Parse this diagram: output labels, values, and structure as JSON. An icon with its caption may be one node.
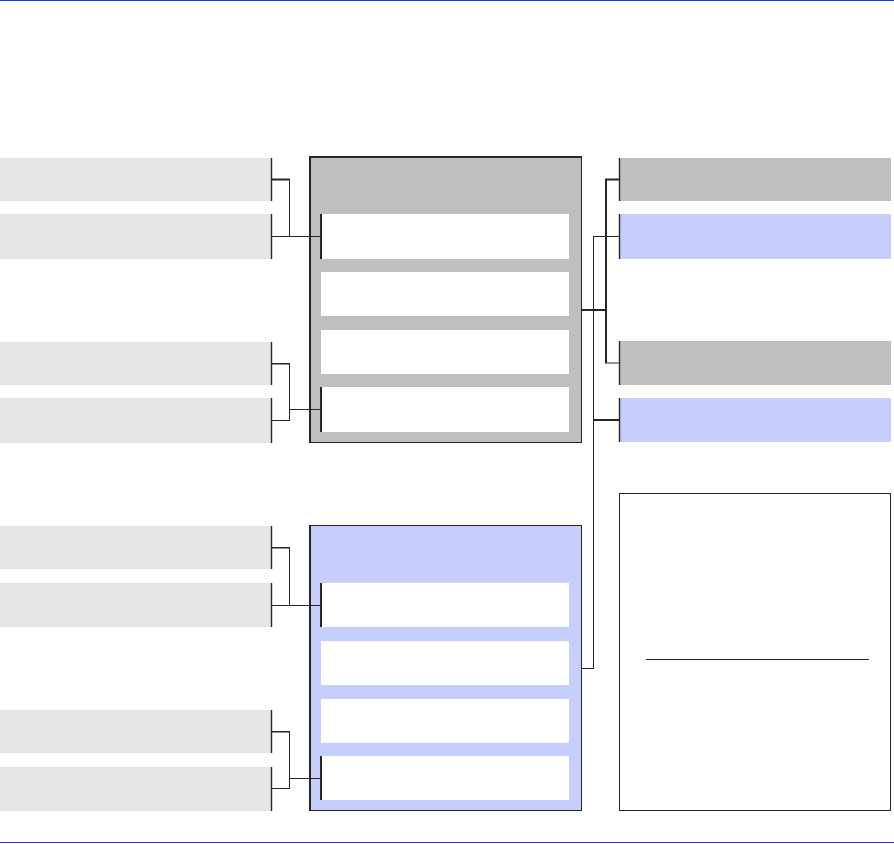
{
  "diagram": {
    "nodes": [
      {
        "text": [],
        "shape": "box"
      },
      {
        "text": [],
        "shape": "box"
      },
      {
        "text": [],
        "shape": "box"
      },
      {
        "text": [],
        "shape": "box"
      },
      {
        "text": [],
        "shape": "box"
      },
      {
        "text": [],
        "shape": "box"
      },
      {
        "text": [],
        "shape": "box"
      },
      {
        "text": [],
        "shape": "box"
      },
      {
        "text": [],
        "shape": "box"
      },
      {
        "text": [],
        "shape": "box",
        "in": 8
      },
      {
        "text": [],
        "shape": "box",
        "in": 8
      },
      {
        "text": [],
        "shape": "box",
        "in": 8
      },
      {
        "text": [],
        "shape": "box",
        "in": 8
      },
      {
        "text": [],
        "shape": "box"
      },
      {
        "text": [],
        "shape": "box",
        "in": 13
      },
      {
        "text": [],
        "shape": "box",
        "in": 13
      },
      {
        "text": [],
        "shape": "box",
        "in": 13
      },
      {
        "text": [],
        "shape": "box",
        "in": 13
      },
      {
        "text": [],
        "shape": "box"
      },
      {
        "text": [],
        "shape": "box"
      },
      {
        "text": [],
        "shape": "box"
      },
      {
        "text": [],
        "shape": "box"
      },
      {
        "text": [],
        "shape": "box"
      }
    ],
    "edges": [
      {
        "from": 0,
        "to": 9,
        "arrow": "none"
      },
      {
        "from": 1,
        "to": 9,
        "arrow": "none"
      },
      {
        "from": 2,
        "to": 12,
        "arrow": "none"
      },
      {
        "from": 3,
        "to": 12,
        "arrow": "none"
      },
      {
        "from": 4,
        "to": 14,
        "arrow": "none"
      },
      {
        "from": 5,
        "to": 14,
        "arrow": "none"
      },
      {
        "from": 6,
        "to": 17,
        "arrow": "none"
      },
      {
        "from": 7,
        "to": 17,
        "arrow": "none"
      },
      {
        "from": 8,
        "to": 18,
        "arrow": "none"
      },
      {
        "from": 8,
        "to": 20,
        "arrow": "none"
      },
      {
        "from": 13,
        "to": 19,
        "arrow": "none"
      },
      {
        "from": 13,
        "to": 21,
        "arrow": "none"
      }
    ]
  }
}
